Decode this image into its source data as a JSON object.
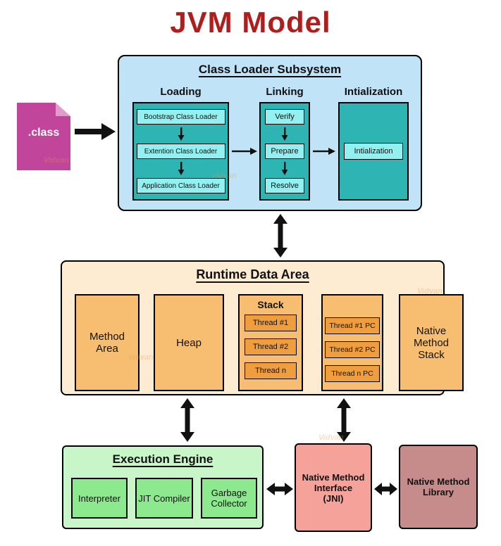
{
  "title": "JVM Model",
  "theme": {
    "title_color": "#B01D1D",
    "class_loader_bg": "#C0E3F8",
    "teal_container": "#2FB4B4",
    "cyan_item": "#93F0F0",
    "runtime_bg": "#FDEBD2",
    "orange_box": "#F7BE71",
    "thread_box": "#EF9E3F",
    "execution_bg": "#C8F6C8",
    "green_item": "#8DE98D",
    "jni_bg": "#F4A29A",
    "library_bg": "#C68C8C",
    "class_file_bg": "#C2459C"
  },
  "class_file": {
    "label": ".class"
  },
  "class_loader": {
    "title": "Class Loader Subsystem",
    "loading": {
      "label": "Loading",
      "items": [
        "Bootstrap Class Loader",
        "Extention Class Loader",
        "Application Class Loader"
      ]
    },
    "linking": {
      "label": "Linking",
      "items": [
        "Verify",
        "Prepare",
        "Resolve"
      ]
    },
    "initialization": {
      "label": "Intialization",
      "items": [
        "Intialization"
      ]
    }
  },
  "runtime": {
    "title": "Runtime Data Area",
    "method_area": "Method Area",
    "heap": "Heap",
    "stack": {
      "title": "Stack",
      "items": [
        "Thread #1",
        "Thread #2",
        "Thread n"
      ]
    },
    "pc_registers": {
      "items": [
        "Thread #1 PC",
        "Thread #2 PC",
        "Thread n PC"
      ]
    },
    "native_method_stack": "Native Method Stack"
  },
  "execution_engine": {
    "title": "Execution Engine",
    "items": [
      "Interpreter",
      "JIT Compiler",
      "Garbage Collector"
    ]
  },
  "jni": {
    "label": "Native Method\nInterface\n(JNI)"
  },
  "native_library": {
    "label": "Native Method Library"
  },
  "watermark": "Vidvan"
}
